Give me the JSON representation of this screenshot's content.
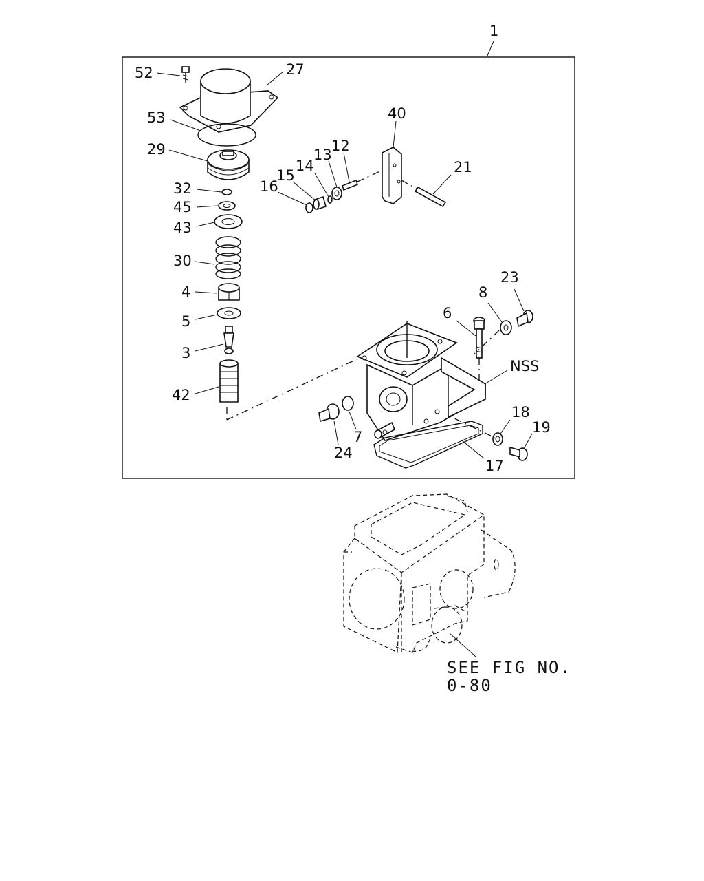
{
  "labels": {
    "l1": "1",
    "l52": "52",
    "l27": "27",
    "l53": "53",
    "l29": "29",
    "l32": "32",
    "l45": "45",
    "l43": "43",
    "l30": "30",
    "l4": "4",
    "l5": "5",
    "l3": "3",
    "l42": "42",
    "l40": "40",
    "l12": "12",
    "l13": "13",
    "l14": "14",
    "l15": "15",
    "l16": "16",
    "l21": "21",
    "l23": "23",
    "l8": "8",
    "l6": "6",
    "lnss": "NSS",
    "l24": "24",
    "l7": "7",
    "l17": "17",
    "l18": "18",
    "l19": "19"
  },
  "reference": {
    "line1": "SEE FIG NO.",
    "line2": "0-80"
  }
}
